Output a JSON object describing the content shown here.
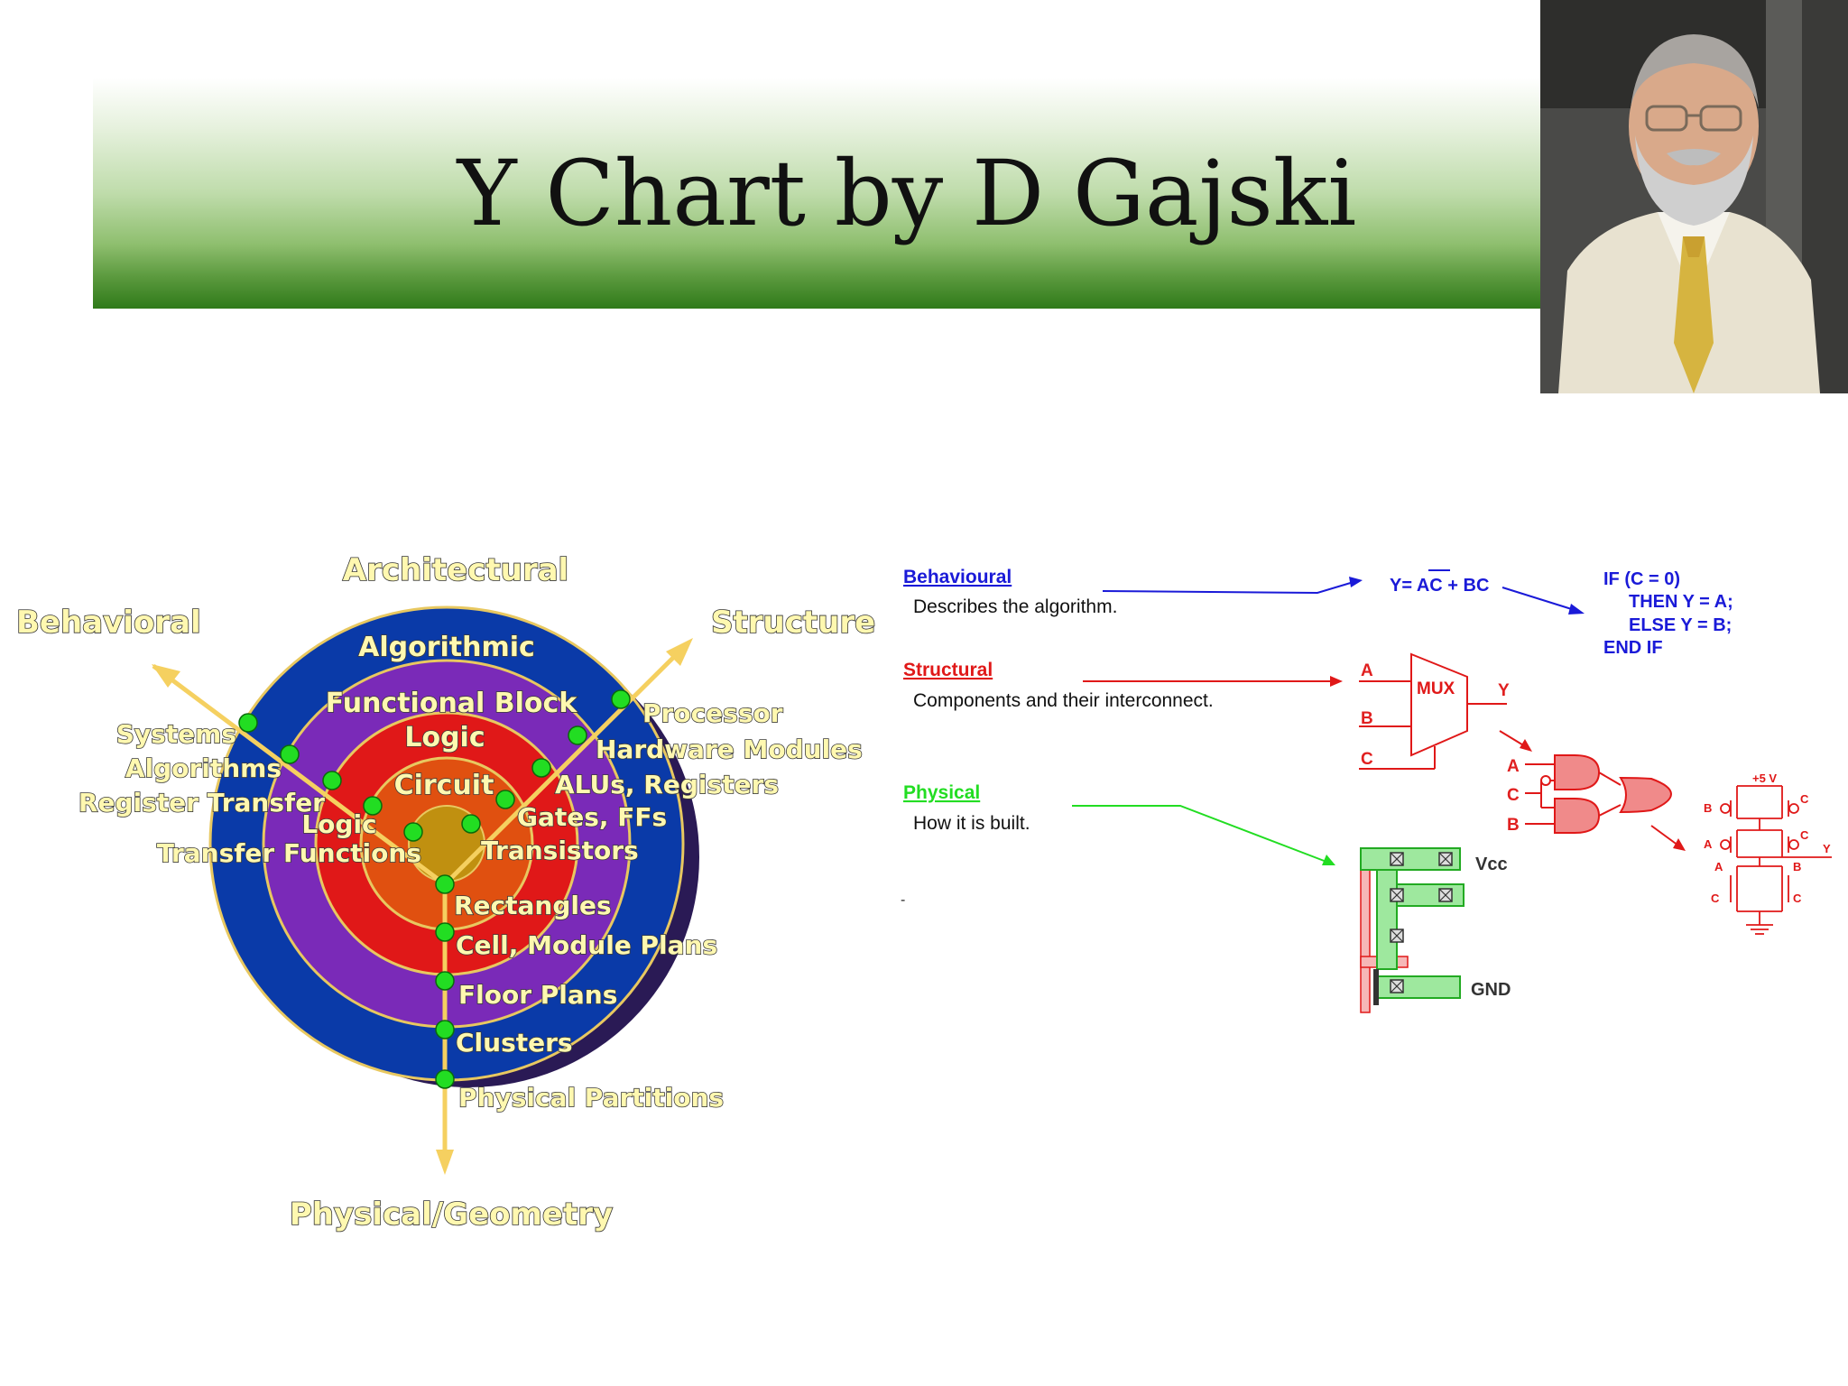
{
  "slide": {
    "title": "Y Chart by D Gajski"
  },
  "ychart": {
    "axes": {
      "top": "Architectural",
      "left": "Behavioral",
      "right": "Structure",
      "bottom": "Physical/Geometry"
    },
    "rings": [
      "Algorithmic",
      "Functional Block",
      "Logic",
      "Circuit"
    ],
    "behavioral_items": [
      "Systems",
      "Algorithms",
      "Register Transfer",
      "Logic",
      "Transfer Functions"
    ],
    "structural_items": [
      "Processor",
      "Hardware Modules",
      "ALUs, Registers",
      "Gates, FFs",
      "Transistors"
    ],
    "physical_items": [
      "Rectangles",
      "Cell, Module Plans",
      "Floor Plans",
      "Clusters",
      "Physical Partitions"
    ],
    "colors": {
      "outer": "#0a3aa8",
      "ring2": "#7a2ab8",
      "ring3": "#e01818",
      "ring4": "#e05010",
      "core": "#c09010",
      "node": "#22dd22",
      "axis": "#f5d060"
    }
  },
  "views": {
    "behavioural": {
      "label": "Behavioural",
      "desc": "Describes the algorithm.",
      "color": "#1a1ad8",
      "equation": "Y= AC + BC",
      "code": [
        "IF (C = 0)",
        "THEN Y = A;",
        "ELSE Y = B;",
        "END IF"
      ]
    },
    "structural": {
      "label": "Structural",
      "desc": "Components and their interconnect.",
      "color": "#e01818",
      "mux": "MUX",
      "inputs": [
        "A",
        "B",
        "C"
      ],
      "output": "Y",
      "gate_inputs": [
        "A",
        "C",
        "B"
      ],
      "transistor_labels": [
        "+5 V",
        "B",
        "C",
        "A",
        "C",
        "Y",
        "A",
        "B",
        "C",
        "C"
      ]
    },
    "physical": {
      "label": "Physical",
      "desc": "How it is built.",
      "color": "#22dd22",
      "vcc": "Vcc",
      "gnd": "GND"
    },
    "dash": "-"
  }
}
